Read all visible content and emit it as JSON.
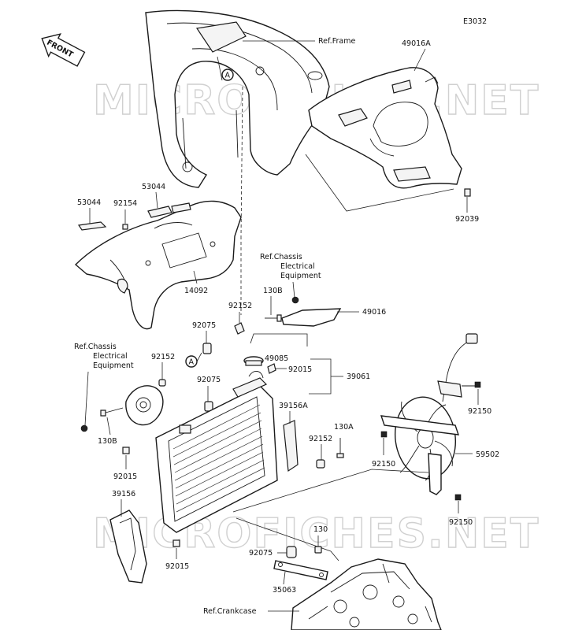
{
  "diagram_code": "E3032",
  "front_label": "FRONT",
  "watermark": "MICROFICHES.NET",
  "ref_frame": "Ref.Frame",
  "ref_chassis_1": [
    "Ref.Chassis",
    "Electrical",
    "Equipment"
  ],
  "ref_chassis_2": [
    "Ref.Chassis",
    "Electrical",
    "Equipment"
  ],
  "ref_crankcase": "Ref.Crankcase",
  "marker_a": "A",
  "parts": {
    "p49016A": "49016A",
    "p92039": "92039",
    "p53044_left": "53044",
    "p53044_top": "53044",
    "p92154": "92154",
    "p14092": "14092",
    "p130B_top": "130B",
    "p49016": "49016",
    "p92152_top": "92152",
    "p92075_top": "92075",
    "p49085": "49085",
    "p92015_top": "92015",
    "p39061": "39061",
    "p92152_left": "92152",
    "p92075_mid": "92075",
    "p39156A": "39156A",
    "p130B_left": "130B",
    "p92152_mid": "92152",
    "p130A": "130A",
    "p92150_top": "92150",
    "p92150_mid": "92150",
    "p59502": "59502",
    "p92150_bot": "92150",
    "p92015_left": "92015",
    "p39156": "39156",
    "p130": "130",
    "p92075_bot": "92075",
    "p92015_bot": "92015",
    "p35063": "35063"
  }
}
